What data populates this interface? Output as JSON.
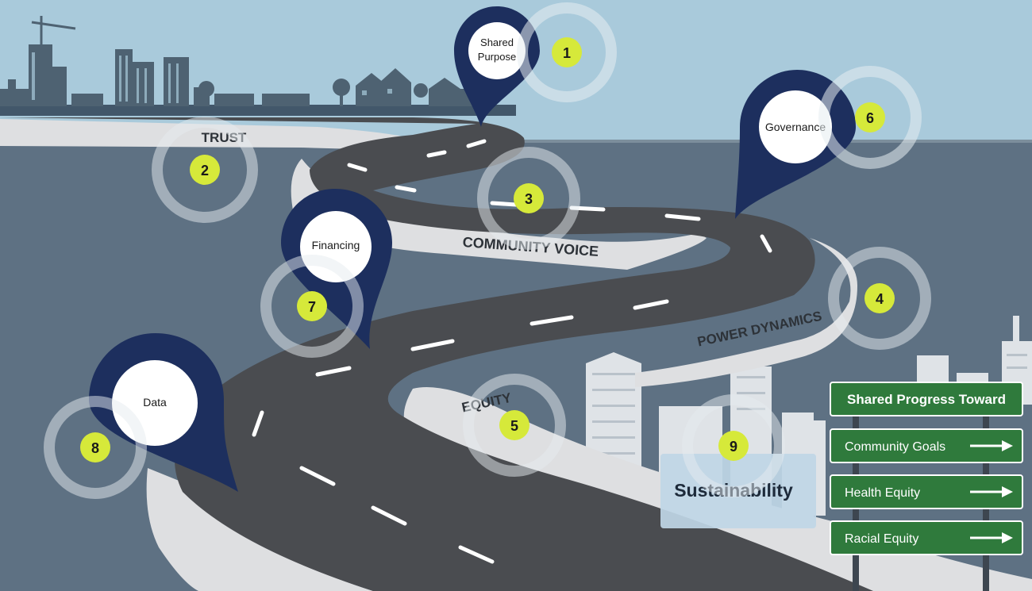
{
  "colors": {
    "sky": "#a9cadb",
    "water": "#5e7183",
    "road": "#4a4c50",
    "wall": "#dedfe1",
    "pin": "#1d2f5e",
    "badge": "#d6e93a",
    "sign": "#2f7a3c",
    "sign_post": "#3d4650",
    "skyline_dark": "#4e6272",
    "skyline_light": "#dfe3e7",
    "sustain_box": "#bfd6e6"
  },
  "road_labels": {
    "trust": "TRUST",
    "community_voice": "COMMUNITY VOICE",
    "power_dynamics": "POWER DYNAMICS",
    "equity": "EQUITY"
  },
  "pins": {
    "shared_purpose": [
      "Shared",
      "Purpose"
    ],
    "governance": "Governance",
    "financing": "Financing",
    "data": "Data"
  },
  "badges": [
    "1",
    "2",
    "3",
    "4",
    "5",
    "6",
    "7",
    "8",
    "9"
  ],
  "sustainability": "Sustainability",
  "signpost": {
    "header": "Shared Progress Toward",
    "items": [
      "Community Goals",
      "Health Equity",
      "Racial Equity"
    ],
    "arrow_icon": "right-arrow-icon"
  }
}
